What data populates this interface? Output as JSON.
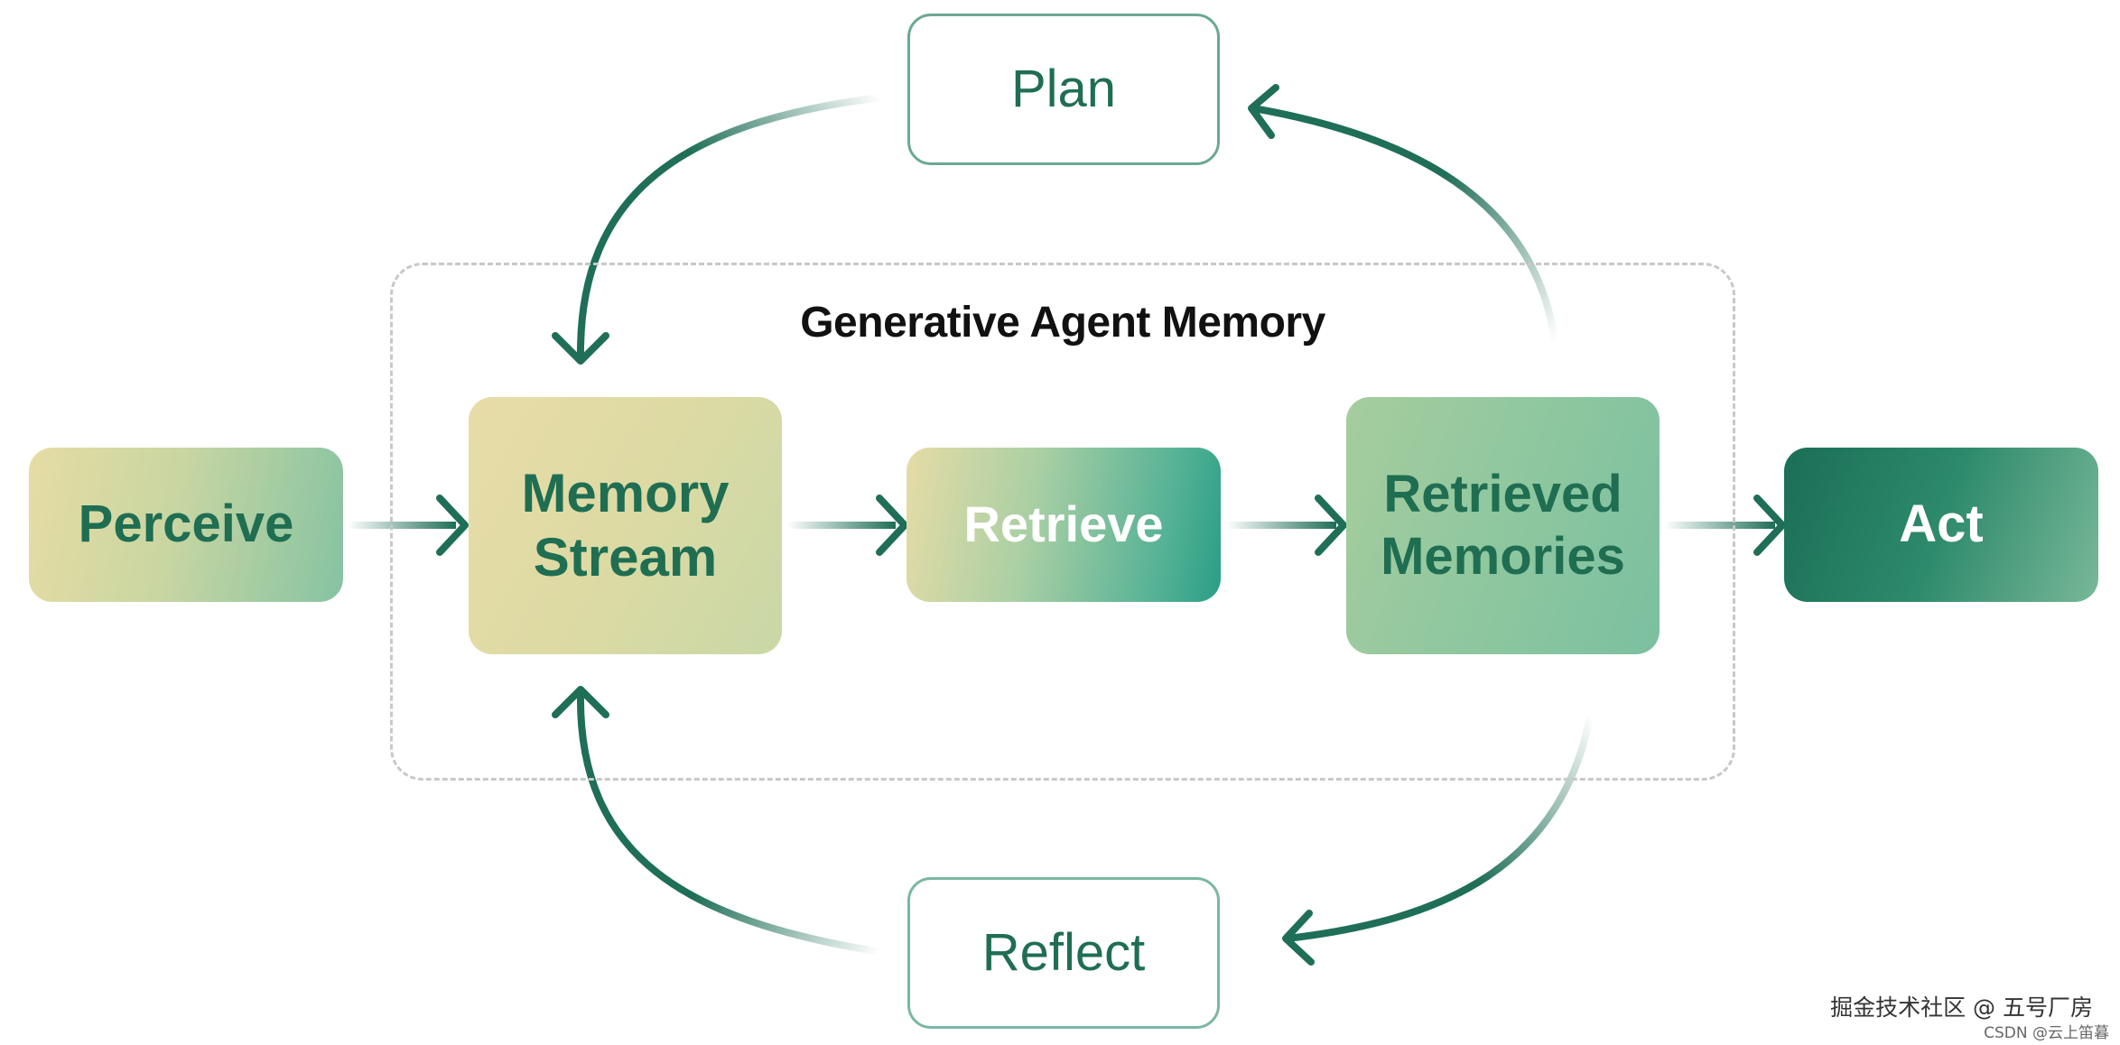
{
  "diagram": {
    "title": "Generative Agent Memory",
    "nodes": {
      "perceive": "Perceive",
      "memory_stream": [
        "Memory",
        "Stream"
      ],
      "retrieve": "Retrieve",
      "retrieved_memories": [
        "Retrieved",
        "Memories"
      ],
      "act": "Act",
      "plan": "Plan",
      "reflect": "Reflect"
    },
    "edges": [
      {
        "from": "Perceive",
        "to": "Memory Stream"
      },
      {
        "from": "Memory Stream",
        "to": "Retrieve"
      },
      {
        "from": "Retrieve",
        "to": "Retrieved Memories"
      },
      {
        "from": "Retrieved Memories",
        "to": "Act"
      },
      {
        "from": "Retrieved Memories",
        "to": "Plan"
      },
      {
        "from": "Plan",
        "to": "Memory Stream"
      },
      {
        "from": "Retrieved Memories",
        "to": "Reflect"
      },
      {
        "from": "Reflect",
        "to": "Memory Stream"
      }
    ],
    "colors": {
      "arrow": "#1f6e58",
      "text_dark_green": "#1f6e52",
      "dashed_border": "#c8c8c8"
    }
  },
  "watermark": {
    "main": "掘金技术社区 @ 五号厂房",
    "sub": "CSDN @云上笛暮"
  }
}
